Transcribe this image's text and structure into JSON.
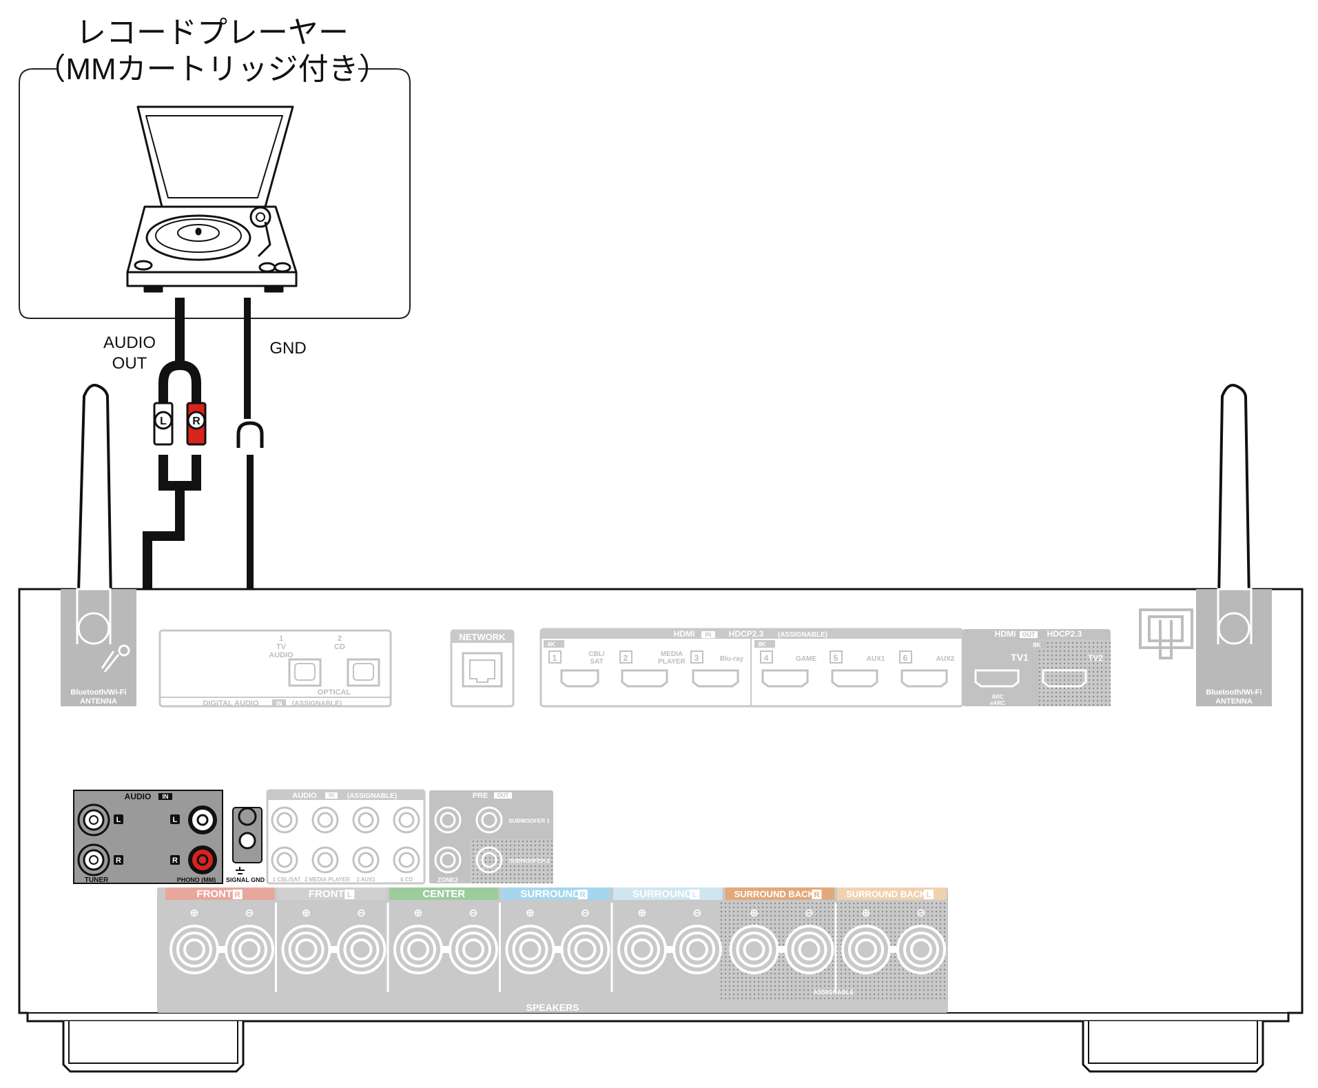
{
  "device": {
    "title_line1": "レコードプレーヤー",
    "title_line2": "（MMカートリッジ付き）"
  },
  "cables": {
    "audio_out": "AUDIO\nOUT",
    "audio_out_line1": "AUDIO",
    "audio_out_line2": "OUT",
    "gnd": "GND",
    "plug_l": "L",
    "plug_r": "R"
  },
  "receiver": {
    "antenna_left": [
      "Bluetooth/Wi-Fi",
      "ANTENNA"
    ],
    "antenna_right": [
      "Bluetooth/Wi-Fi",
      "ANTENNA"
    ],
    "digital_audio": {
      "label": "DIGITAL AUDIO",
      "in_badge": "IN",
      "assignable": "(ASSIGNABLE)",
      "optical": "OPTICAL",
      "inputs": [
        {
          "num": "1",
          "name": "TV\nAUDIO",
          "line1": "TV",
          "line2": "AUDIO"
        },
        {
          "num": "2",
          "name": "CD",
          "line1": "CD",
          "line2": ""
        }
      ]
    },
    "network": "NETWORK",
    "hdmi_in": {
      "label": "HDMI",
      "in_badge": "IN",
      "hdcp": "HDCP2.3",
      "assignable": "(ASSIGNABLE)",
      "group_4k": "4K",
      "group_8k": "8K",
      "inputs": [
        {
          "num": "1",
          "name": "CBL/\nSAT",
          "line1": "CBL/",
          "line2": "SAT"
        },
        {
          "num": "2",
          "name": "MEDIA\nPLAYER",
          "line1": "MEDIA",
          "line2": "PLAYER"
        },
        {
          "num": "3",
          "name": "Blu-ray",
          "line1": "Blu-ray",
          "line2": ""
        },
        {
          "num": "4",
          "name": "GAME",
          "line1": "GAME",
          "line2": ""
        },
        {
          "num": "5",
          "name": "AUX1",
          "line1": "AUX1",
          "line2": ""
        },
        {
          "num": "6",
          "name": "AUX2",
          "line1": "AUX2",
          "line2": ""
        }
      ]
    },
    "hdmi_out": {
      "label": "HDMI",
      "out_badge": "OUT",
      "hdcp": "HDCP2.3",
      "badge_8k": "8K",
      "tv1": "TV1",
      "tv2": "TV2",
      "arc": "ARC",
      "earc": "eARC"
    },
    "audio_in": {
      "label": "AUDIO",
      "in_badge": "IN",
      "tuner": "TUNER",
      "phono": "PHONO (MM)",
      "l": "L",
      "r": "R",
      "signal_gnd": "SIGNAL GND"
    },
    "audio_in_assignable": {
      "label": "AUDIO",
      "in_badge": "IN",
      "assignable": "(ASSIGNABLE)",
      "inputs": [
        "1 CBL/SAT",
        "2 MEDIA PLAYER",
        "3 AUX1",
        "4 CD"
      ]
    },
    "pre_out": {
      "label": "PRE",
      "out_badge": "OUT",
      "subwoofer1": "SUBWOOFER 1",
      "subwoofer2": "SUBWOOFER 2",
      "zone2": "ZONE2"
    },
    "speakers": {
      "label": "SPEAKERS",
      "assignable": "ASSIGNABLE",
      "groups": [
        {
          "name": "FRONT",
          "side": "R",
          "color": "#e8a79c"
        },
        {
          "name": "FRONT",
          "side": "L",
          "color": "#d0d0d0"
        },
        {
          "name": "CENTER",
          "side": "",
          "color": "#9ccc9c"
        },
        {
          "name": "SURROUND",
          "side": "R",
          "color": "#a6d6ee"
        },
        {
          "name": "SURROUND",
          "side": "L",
          "color": "#cfe6f1"
        },
        {
          "name": "SURROUND BACK",
          "side": "R",
          "color": "#e3a97a"
        },
        {
          "name": "SURROUND BACK",
          "side": "L",
          "color": "#f0d2b0"
        }
      ]
    }
  },
  "colors": {
    "cable": "#111111",
    "plug_red": "#d9231d",
    "panel_grey": "#b9b9b9",
    "active_panel": "#9a9a9a"
  }
}
